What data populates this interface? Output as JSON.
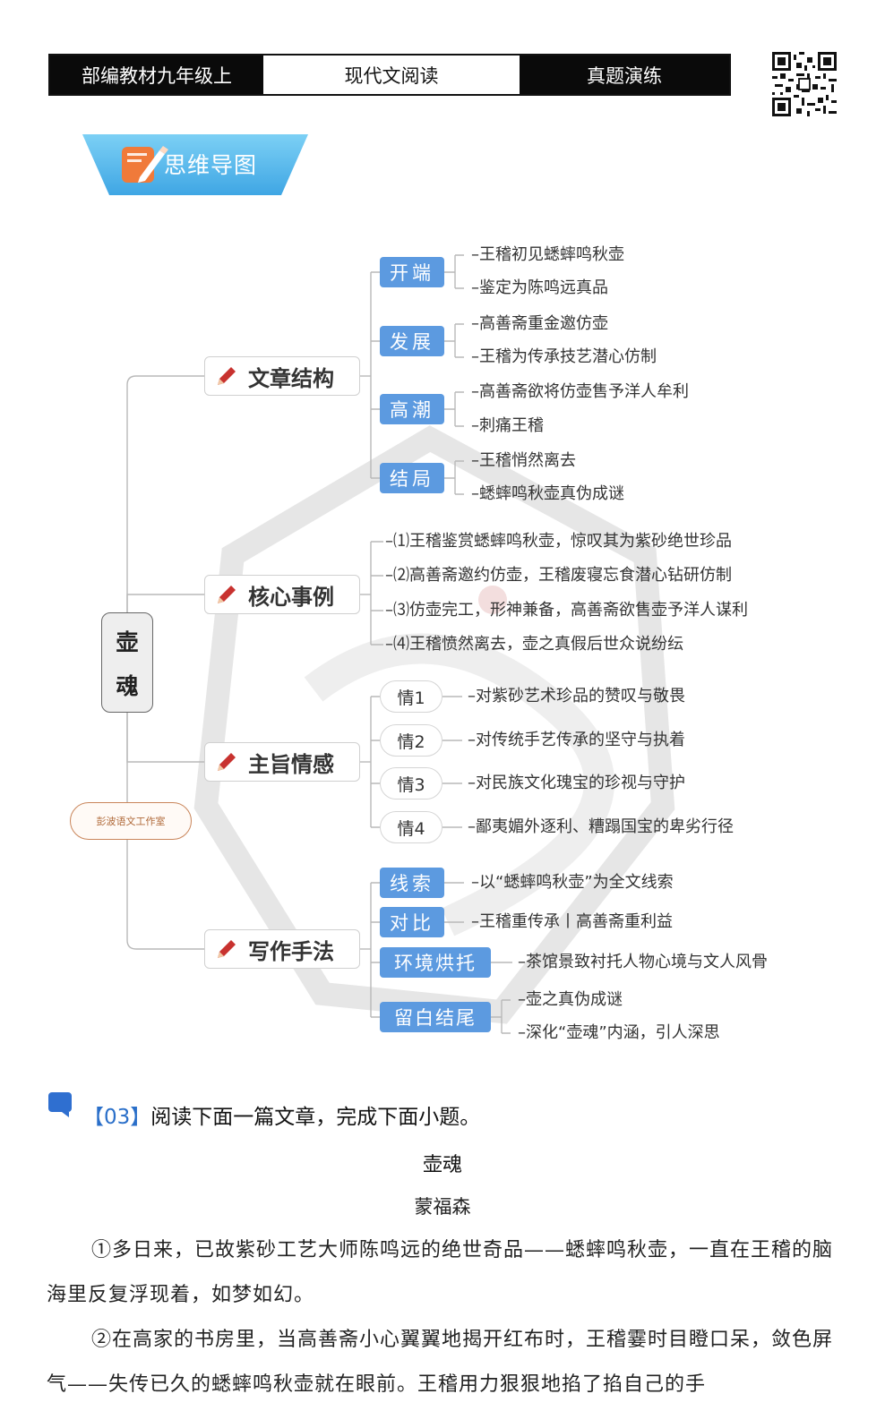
{
  "header": {
    "left": "部编教材九年级上",
    "middle": "现代文阅读",
    "right": "真题演练"
  },
  "banner": {
    "label": "思维导图"
  },
  "mindmap": {
    "root": [
      "壶",
      "魂"
    ],
    "stamp": "彭波语文工作室",
    "structure": {
      "label": "文章结构",
      "groups": [
        {
          "label": "开端",
          "items": [
            "–王稽初见蟋蟀鸣秋壶",
            "–鉴定为陈鸣远真品"
          ]
        },
        {
          "label": "发展",
          "items": [
            "–高善斋重金邀仿壶",
            "–王稽为传承技艺潜心仿制"
          ]
        },
        {
          "label": "高潮",
          "items": [
            "–高善斋欲将仿壶售予洋人牟利",
            "–刺痛王稽"
          ]
        },
        {
          "label": "结局",
          "items": [
            "–王稽悄然离去",
            "–蟋蟀鸣秋壶真伪成谜"
          ]
        }
      ]
    },
    "cases": {
      "label": "核心事例",
      "items": [
        "–⑴王稽鉴赏蟋蟀鸣秋壶，惊叹其为紫砂绝世珍品",
        "–⑵高善斋邀约仿壶，王稽废寝忘食潜心钻研仿制",
        "–⑶仿壶完工，形神兼备，高善斋欲售壶予洋人谋利",
        "–⑷王稽愤然离去，壶之真假后世众说纷纭"
      ]
    },
    "theme": {
      "label": "主旨情感",
      "groups": [
        {
          "label": "情1",
          "text": "–对紫砂艺术珍品的赞叹与敬畏"
        },
        {
          "label": "情2",
          "text": "–对传统手艺传承的坚守与执着"
        },
        {
          "label": "情3",
          "text": "–对民族文化瑰宝的珍视与守护"
        },
        {
          "label": "情4",
          "text": "–鄙夷媚外逐利、糟蹋国宝的卑劣行径"
        }
      ]
    },
    "technique": {
      "label": "写作手法",
      "groups": [
        {
          "label": "线索",
          "items": [
            "–以“蟋蟀鸣秋壶”为全文线索"
          ]
        },
        {
          "label": "对比",
          "items": [
            "–王稽重传承丨高善斋重利益"
          ]
        },
        {
          "label": "环境烘托",
          "items": [
            "–茶馆景致衬托人物心境与文人风骨"
          ]
        },
        {
          "label": "留白结尾",
          "items": [
            "–壶之真伪成谜",
            "–深化“壶魂”内涵，引人深思"
          ]
        }
      ]
    }
  },
  "question": {
    "number": "【03】",
    "instruction": "阅读下面一篇文章，完成下面小题。"
  },
  "article": {
    "title": "壶魂",
    "author": "蒙福森",
    "paragraphs": [
      "①多日来，已故紫砂工艺大师陈鸣远的绝世奇品——蟋蟀鸣秋壶，一直在王稽的脑海里反复浮现着，如梦如幻。",
      "②在高家的书房里，当高善斋小心翼翼地揭开红布时，王稽霎时目瞪口呆，敛色屏气——失传已久的蟋蟀鸣秋壶就在眼前。王稽用力狠狠地掐了掐自己的手"
    ]
  },
  "colors": {
    "chip": "#5c9ae0",
    "banner": "#4fb3ea",
    "question_number": "#2a6fc9",
    "pencil": "#c8322f"
  }
}
